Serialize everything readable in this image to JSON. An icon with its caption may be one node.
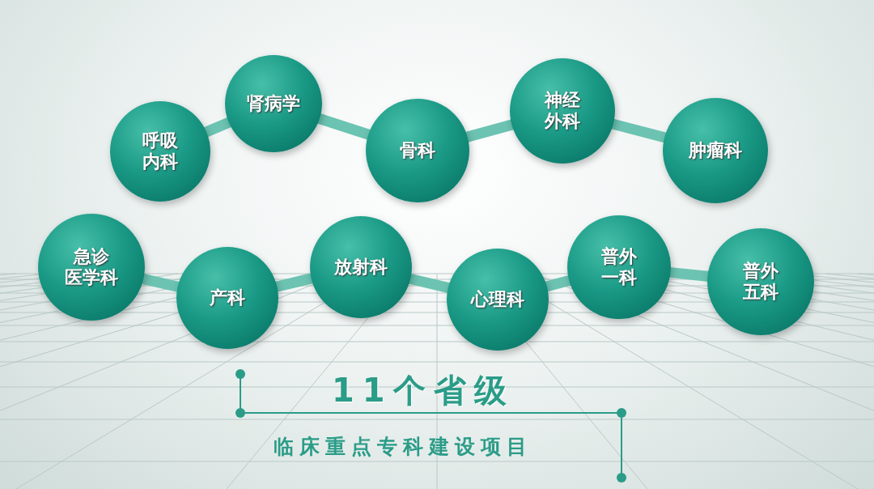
{
  "diagram": {
    "title": "11个省级",
    "nodes": [
      {
        "text": [
          "呼吸内科"
        ]
      },
      {
        "text": [
          "肾病学"
        ]
      },
      {
        "text": [
          "骨科"
        ]
      },
      {
        "text": [
          "神经外科"
        ]
      },
      {
        "text": [
          "肿瘤科"
        ]
      },
      {
        "text": [
          "急诊医学科"
        ]
      },
      {
        "text": [
          "产科"
        ]
      },
      {
        "text": [
          "放射科"
        ]
      },
      {
        "text": [
          "心理科"
        ]
      },
      {
        "text": [
          "普外一科"
        ]
      },
      {
        "text": [
          "普外五科"
        ]
      }
    ],
    "edges": [
      {
        "from": 0,
        "to": 1,
        "arrow": "none"
      },
      {
        "from": 1,
        "to": 2,
        "arrow": "none"
      },
      {
        "from": 2,
        "to": 3,
        "arrow": "none"
      },
      {
        "from": 3,
        "to": 4,
        "arrow": "none"
      },
      {
        "from": 5,
        "to": 6,
        "arrow": "none"
      },
      {
        "from": 6,
        "to": 7,
        "arrow": "none"
      },
      {
        "from": 7,
        "to": 8,
        "arrow": "none"
      },
      {
        "from": 8,
        "to": 9,
        "arrow": "none"
      },
      {
        "from": 9,
        "to": 10,
        "arrow": "none"
      }
    ],
    "labels": [
      "临床重点专科建设项目"
    ]
  }
}
